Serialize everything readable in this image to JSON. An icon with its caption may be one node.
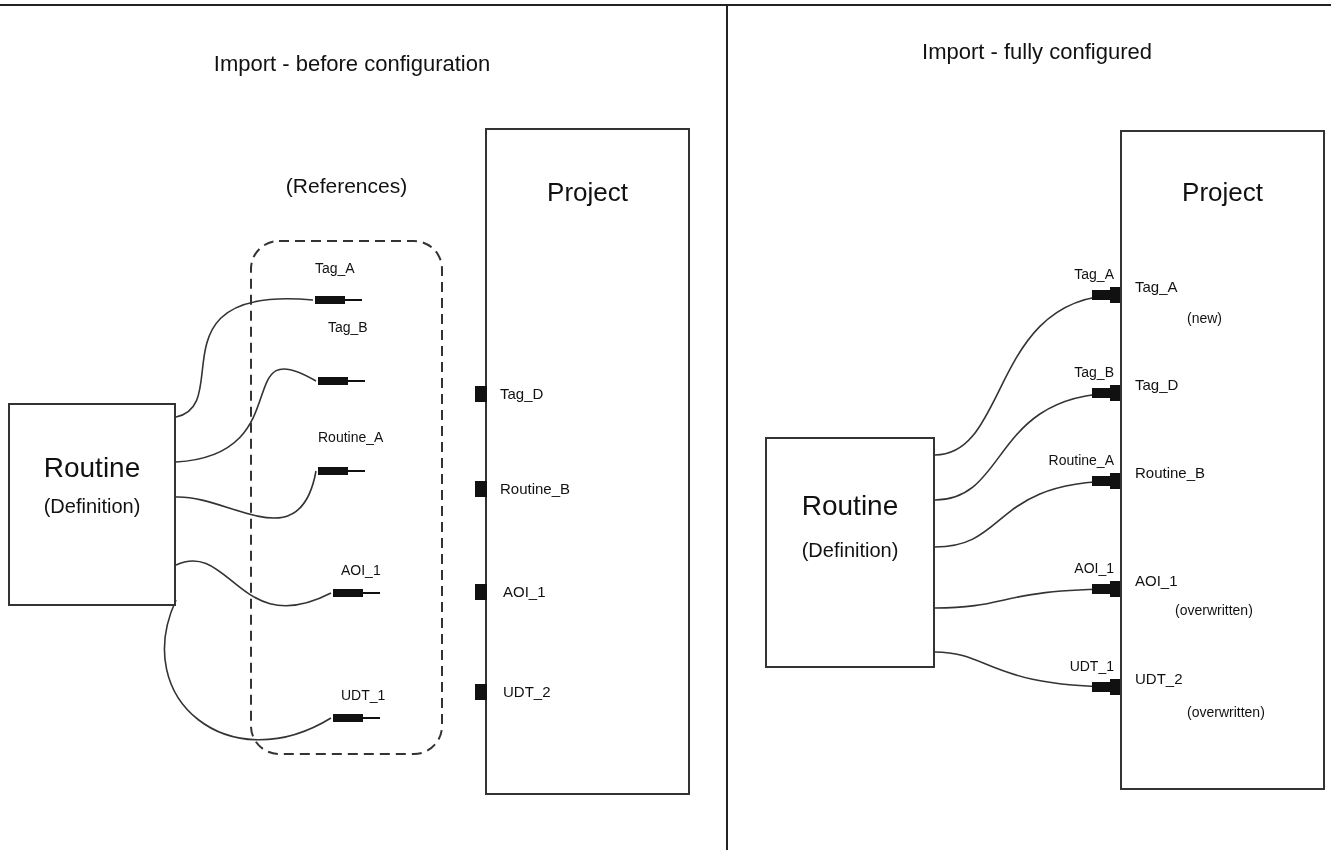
{
  "diagram": {
    "nodes": [
      {
        "text": [
          "Routine",
          "(Definition)"
        ]
      },
      {
        "text": [
          "(References)"
        ]
      },
      {
        "text": [
          "Tag_A"
        ],
        "in": 1
      },
      {
        "text": [
          "Tag_B"
        ],
        "in": 1
      },
      {
        "text": [
          "Routine_A"
        ],
        "in": 1
      },
      {
        "text": [
          "AOI_1"
        ],
        "in": 1
      },
      {
        "text": [
          "UDT_1"
        ],
        "in": 1
      },
      {
        "text": [
          "Project"
        ]
      },
      {
        "text": [
          "Tag_D"
        ],
        "in": 7
      },
      {
        "text": [
          "Routine_B"
        ],
        "in": 7
      },
      {
        "text": [
          "AOI_1"
        ],
        "in": 7
      },
      {
        "text": [
          "UDT_2"
        ],
        "in": 7
      },
      {
        "text": [
          "Routine",
          "(Definition)"
        ]
      },
      {
        "text": [
          "Project"
        ]
      },
      {
        "text": [
          "Tag_A",
          "(new)"
        ],
        "in": 13
      },
      {
        "text": [
          "Tag_D"
        ],
        "in": 13
      },
      {
        "text": [
          "Routine_B"
        ],
        "in": 13
      },
      {
        "text": [
          "AOI_1",
          "(overwritten)"
        ],
        "in": 13
      },
      {
        "text": [
          "UDT_2",
          "(overwritten)"
        ],
        "in": 13
      }
    ],
    "edges": [
      {
        "from": 0,
        "to": 2,
        "arrow": "none"
      },
      {
        "from": 0,
        "to": 3,
        "arrow": "none"
      },
      {
        "from": 0,
        "to": 4,
        "arrow": "none"
      },
      {
        "from": 0,
        "to": 5,
        "arrow": "none"
      },
      {
        "from": 0,
        "to": 6,
        "arrow": "none"
      },
      {
        "from": 12,
        "to": 14,
        "label": "Tag_A",
        "arrow": "other"
      },
      {
        "from": 12,
        "to": 15,
        "label": "Tag_B",
        "arrow": "other"
      },
      {
        "from": 12,
        "to": 16,
        "label": "Routine_A",
        "arrow": "other"
      },
      {
        "from": 12,
        "to": 17,
        "label": "AOI_1",
        "arrow": "other"
      },
      {
        "from": 12,
        "to": 18,
        "label": "UDT_1",
        "arrow": "other"
      }
    ],
    "labels": [
      "Import - before configuration",
      "Import - fully configured"
    ]
  }
}
